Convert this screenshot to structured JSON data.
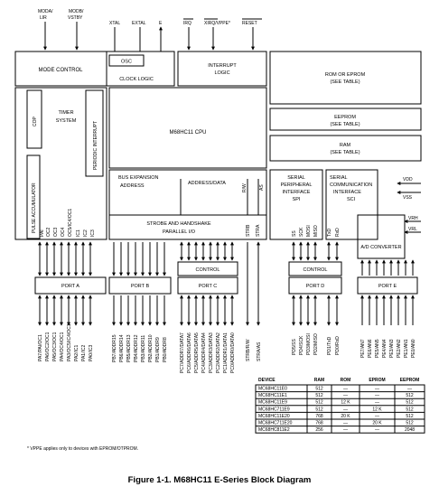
{
  "top_signals": {
    "moda": "MODA/",
    "lir": "LIR",
    "modb": "MODB/",
    "vstby": "VSTBY",
    "xtal": "XTAL",
    "extal": "EXTAL",
    "e": "E",
    "irq": "IRQ",
    "xirq": "XIRQ/VPPE*",
    "reset": "RESET"
  },
  "blocks": {
    "mode_control": "MODE CONTROL",
    "osc": "OSC",
    "clock_logic": "CLOCK LOGIC",
    "interrupt_1": "INTERRUPT",
    "interrupt_2": "LOGIC",
    "rom_1": "ROM OR EPROM",
    "rom_2": "(SEE TABLE)",
    "timer_1": "TIMER",
    "timer_2": "SYSTEM",
    "cop": "COP",
    "periodic_interrupt": "PERIODIC INTERRUPT",
    "pulse_accumulator": "PULSE ACCUMULATOR",
    "cpu": "M68HC11 CPU",
    "eeprom_1": "EEPROM",
    "eeprom_2": "(SEE TABLE)",
    "ram_1": "RAM",
    "ram_2": "(SEE TABLE)",
    "bus_exp_1": "BUS EXPANSION",
    "bus_exp_2": "ADDRESS",
    "address_data": "ADDRESS/DATA",
    "spi_1": "SERIAL",
    "spi_2": "PERIPHERAL",
    "spi_3": "INTERFACE",
    "spi_4": "SPI",
    "sci_1": "SERIAL",
    "sci_2": "COMMUNICATION",
    "sci_3": "INTERFACE",
    "sci_4": "SCI",
    "strobe_1": "STROBE AND HANDSHAKE",
    "strobe_2": "PARALLEL I/O",
    "control_c": "CONTROL",
    "control_d": "CONTROL",
    "ad_converter": "A/D CONVERTER",
    "port_a": "PORT A",
    "port_b": "PORT B",
    "port_c": "PORT C",
    "port_d": "PORT D",
    "port_e": "PORT E"
  },
  "supply": {
    "vdd": "VDD",
    "vss": "VSS",
    "vrh": "VRH",
    "vrl": "VRL"
  },
  "inner_signals": {
    "timer": [
      "PAI",
      "OC2",
      "OC3",
      "OC4",
      "OC5/IC4/OC1",
      "IC1",
      "IC2",
      "IC3"
    ],
    "rw": "R/W",
    "as": "AS",
    "stra": "STRA",
    "strb": "STRB",
    "spi": [
      "SS",
      "SCK",
      "MOSI",
      "MISO"
    ],
    "sci": [
      "TxD",
      "RxD"
    ]
  },
  "pins": {
    "port_a": [
      "PA7/PAI/OC1",
      "PA6/OC2/OC1",
      "PA5/OC3/OC1",
      "PA4/OC4/OC1",
      "PA3/OC5/IC4/OC1",
      "PA2/IC1",
      "PA1/IC2",
      "PA0/IC3"
    ],
    "port_b": [
      "PB7/ADDR15",
      "PB6/ADDR14",
      "PB5/ADDR13",
      "PB4/ADDR12",
      "PB3/ADDR11",
      "PB2/ADDR10",
      "PB1/ADDR9",
      "PB0/ADDR8"
    ],
    "port_c": [
      "PC7/ADDR7/DATA7",
      "PC6/ADDR6/DATA6",
      "PC5/ADDR5/DATA5",
      "PC4/ADDR4/DATA4",
      "PC3/ADDR3/DATA3",
      "PC2/ADDR2/DATA2",
      "PC1/ADDR1/DATA1",
      "PC0/ADDR0/DATA0"
    ],
    "strobes": [
      "STRB/R/W",
      "STRA/AS"
    ],
    "port_d": [
      "PD5/SS",
      "PD4/SCK",
      "PD3/MOSI",
      "PD2/MISO",
      "PD1/TxD",
      "PD0/RxD"
    ],
    "port_e": [
      "PE7/AN7",
      "PE6/AN6",
      "PE5/AN5",
      "PE4/AN4",
      "PE3/AN3",
      "PE2/AN2",
      "PE1/AN1",
      "PE0/AN0"
    ]
  },
  "table": {
    "headers": [
      "DEVICE",
      "RAM",
      "ROM",
      "EPROM",
      "EEPROM"
    ],
    "rows": [
      [
        "MC68HC11E0",
        "512",
        "—",
        "—",
        "—"
      ],
      [
        "MC68HC11E1",
        "512",
        "—",
        "—",
        "512"
      ],
      [
        "MC68HC11E9",
        "512",
        "12 K",
        "—",
        "512"
      ],
      [
        "MC68HC711E9",
        "512",
        "—",
        "12 K",
        "512"
      ],
      [
        "MC68HC11E20",
        "768",
        "20 K",
        "—",
        "512"
      ],
      [
        "MC68HC711E20",
        "768",
        "—",
        "20 K",
        "512"
      ],
      [
        "MC68HC811E2",
        "256",
        "—",
        "—",
        "2048"
      ]
    ]
  },
  "footnote": "* VPPE applies only to devices with EPROM/OTPROM.",
  "caption": "Figure 1-1. M68HC11 E-Series Block Diagram"
}
